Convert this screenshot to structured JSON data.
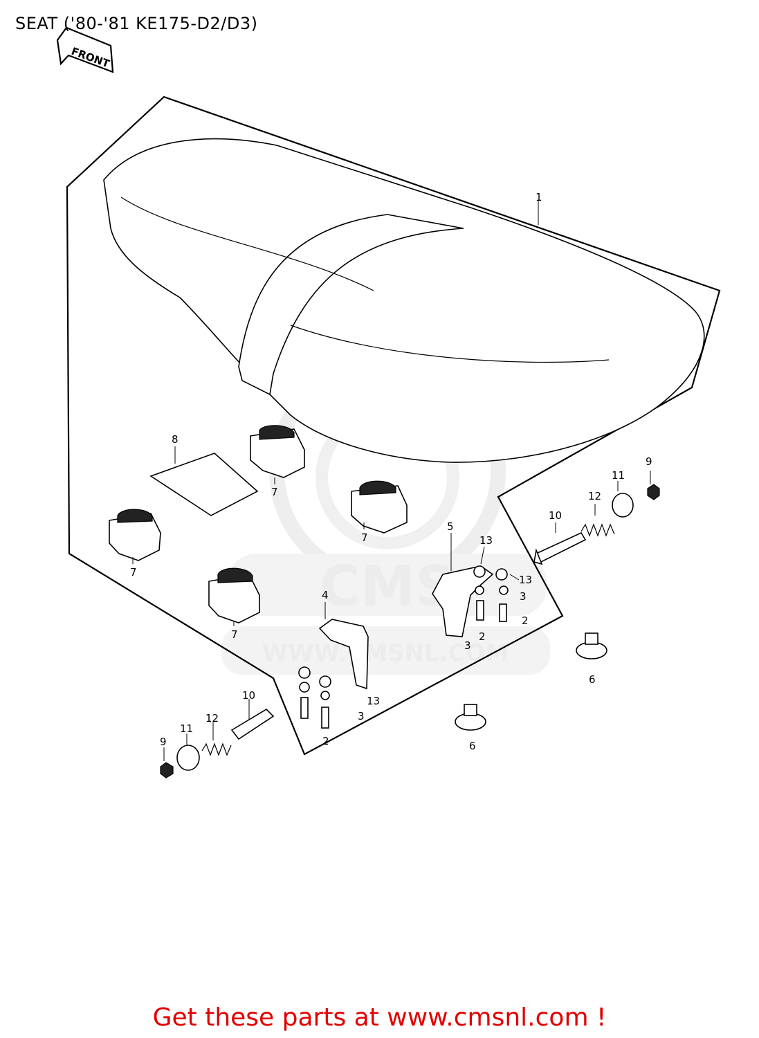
{
  "title": "SEAT ('80-'81 KE175-D2/D3)",
  "direction_label": "FRONT",
  "watermark": {
    "brand": "CMS",
    "url": "WWW.CMSNL.COM"
  },
  "callouts": {
    "c1": "1",
    "c8": "8",
    "c7a": "7",
    "c7b": "7",
    "c7c": "7",
    "c7d": "7",
    "c5": "5",
    "c13a": "13",
    "c13b": "13",
    "c3a": "3",
    "c2a": "2",
    "c2b": "2",
    "c3b": "3",
    "c9a": "9",
    "c11a": "11",
    "c12a": "12",
    "c10a": "10",
    "c6a": "6",
    "c6b": "6",
    "c4": "4",
    "c13c": "13",
    "c3c": "3",
    "c2c": "2",
    "c10b": "10",
    "c12b": "12",
    "c11b": "11",
    "c9b": "9"
  },
  "footer": "Get these parts at www.cmsnl.com !"
}
